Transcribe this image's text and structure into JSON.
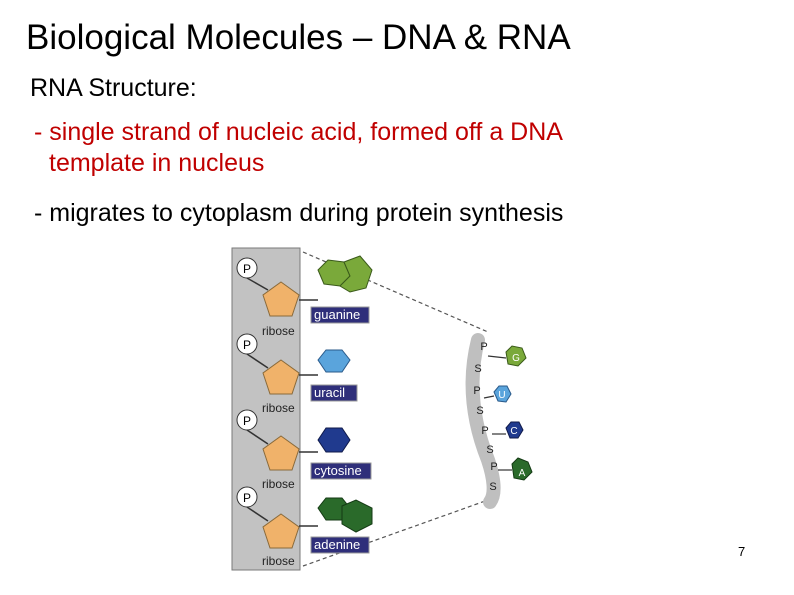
{
  "slide": {
    "title": "Biological Molecules – DNA & RNA",
    "subtitle": "RNA Structure:",
    "bullets": [
      {
        "line1": "- single strand of nucleic acid, formed off a DNA",
        "line2": "template in nucleus"
      },
      {
        "line1": "- migrates to cytoplasm during protein synthesis"
      }
    ],
    "page_number": "7"
  },
  "diagram": {
    "phosphate_label": "P",
    "sugar_label": "ribose",
    "bases": [
      {
        "name": "guanine",
        "abbr": "G",
        "color": "#7aa93a",
        "shape": "double-ring"
      },
      {
        "name": "uracil",
        "abbr": "U",
        "color": "#5aa4dc",
        "shape": "single-ring"
      },
      {
        "name": "cytosine",
        "abbr": "C",
        "color": "#203a8e",
        "shape": "single-ring"
      },
      {
        "name": "adenine",
        "abbr": "A",
        "color": "#2a6a2a",
        "shape": "double-ring"
      }
    ],
    "strand_letters": [
      "P",
      "S",
      "P",
      "S",
      "P",
      "S",
      "P",
      "S"
    ],
    "colors": {
      "backbone": "#c2c2c2",
      "ribose": "#f0b26a",
      "label_bg": "#2f2f7a",
      "label_text": "#ffffff"
    }
  }
}
